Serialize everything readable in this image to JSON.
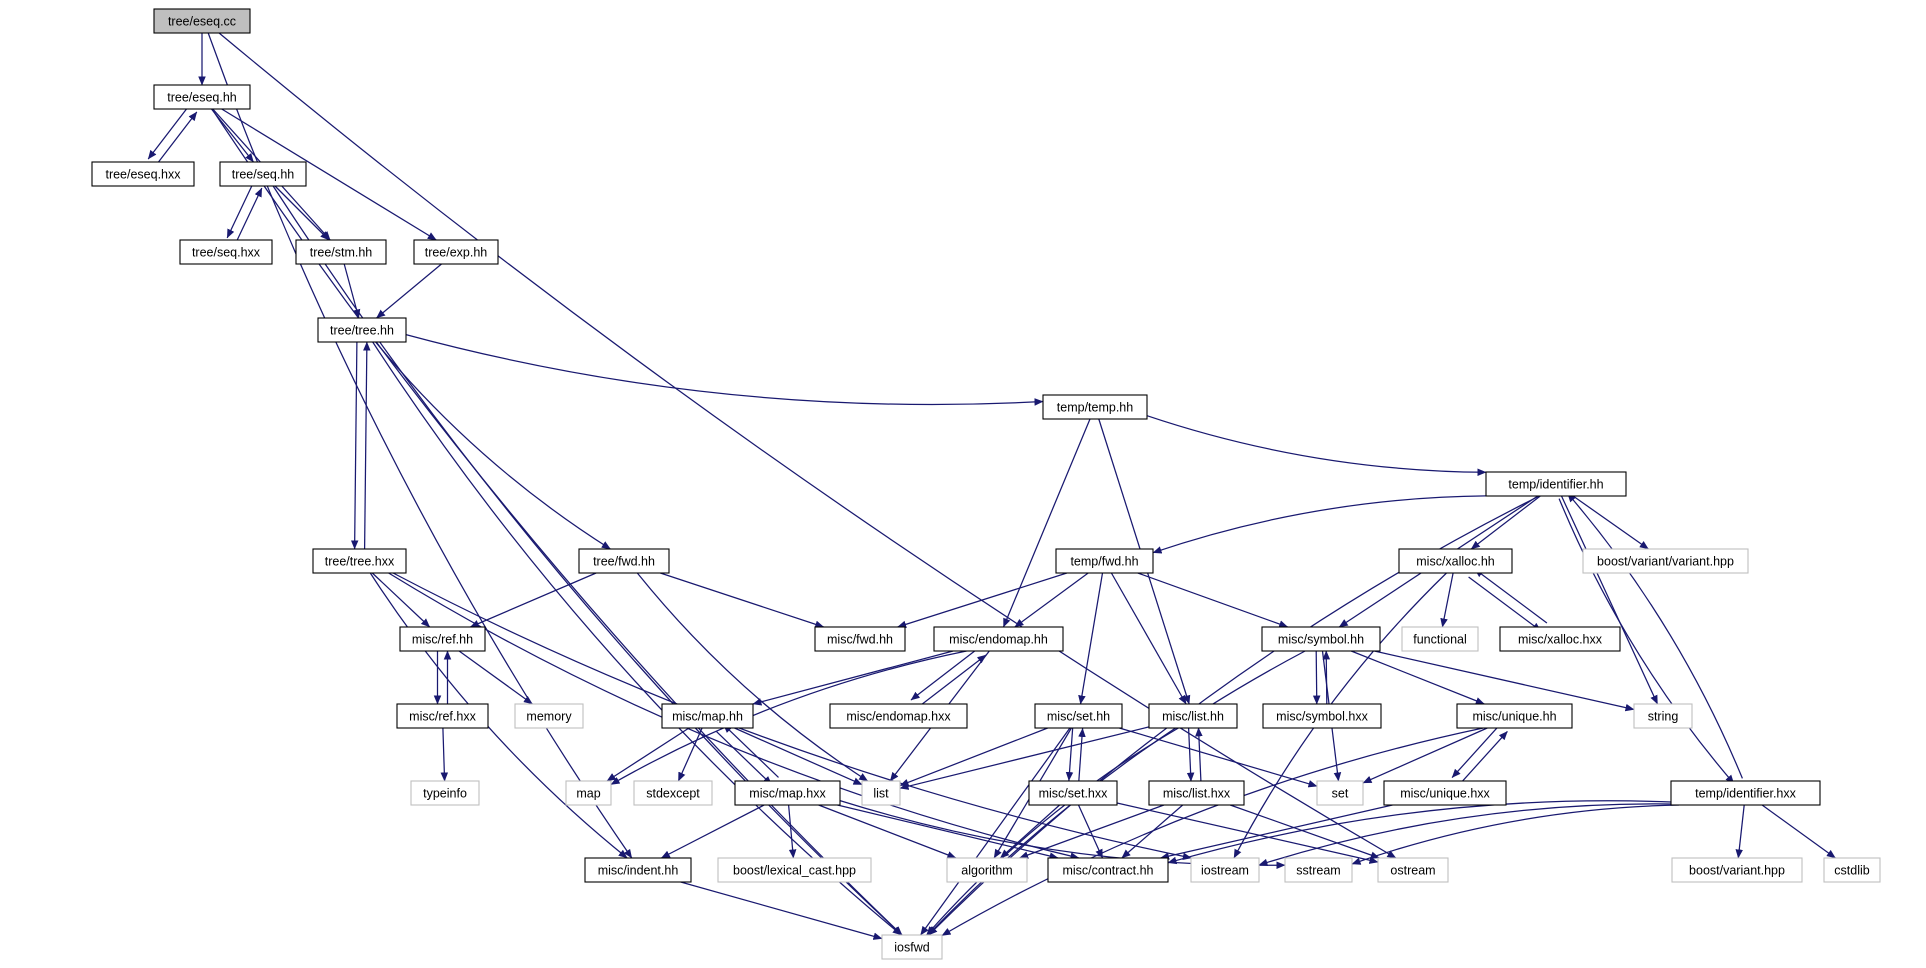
{
  "title": "tree/eseq.cc",
  "colors": {
    "edge": "#191970",
    "root_fill": "#bfbfbf",
    "local_border": "#000000",
    "system_border": "#bfbfbf"
  },
  "nodes": [
    {
      "id": "eseq_cc",
      "label": "tree/eseq.cc",
      "kind": "root"
    },
    {
      "id": "eseq_hh",
      "label": "tree/eseq.hh",
      "kind": "local"
    },
    {
      "id": "eseq_hxx",
      "label": "tree/eseq.hxx",
      "kind": "local"
    },
    {
      "id": "seq_hh",
      "label": "tree/seq.hh",
      "kind": "local"
    },
    {
      "id": "seq_hxx",
      "label": "tree/seq.hxx",
      "kind": "local"
    },
    {
      "id": "stm_hh",
      "label": "tree/stm.hh",
      "kind": "local"
    },
    {
      "id": "exp_hh",
      "label": "tree/exp.hh",
      "kind": "local"
    },
    {
      "id": "tree_hh",
      "label": "tree/tree.hh",
      "kind": "local"
    },
    {
      "id": "temp_hh",
      "label": "temp/temp.hh",
      "kind": "local"
    },
    {
      "id": "identifier_hh",
      "label": "temp/identifier.hh",
      "kind": "local"
    },
    {
      "id": "tree_hxx",
      "label": "tree/tree.hxx",
      "kind": "local"
    },
    {
      "id": "tree_fwd",
      "label": "tree/fwd.hh",
      "kind": "local"
    },
    {
      "id": "temp_fwd",
      "label": "temp/fwd.hh",
      "kind": "local"
    },
    {
      "id": "boost_variant_variant",
      "label": "boost/variant/variant.hpp",
      "kind": "system"
    },
    {
      "id": "xalloc_hh",
      "label": "misc/xalloc.hh",
      "kind": "local"
    },
    {
      "id": "ref_hh",
      "label": "misc/ref.hh",
      "kind": "local"
    },
    {
      "id": "misc_fwd",
      "label": "misc/fwd.hh",
      "kind": "local"
    },
    {
      "id": "endomap_hh",
      "label": "misc/endomap.hh",
      "kind": "local"
    },
    {
      "id": "symbol_hh",
      "label": "misc/symbol.hh",
      "kind": "local"
    },
    {
      "id": "functional",
      "label": "functional",
      "kind": "system"
    },
    {
      "id": "xalloc_hxx",
      "label": "misc/xalloc.hxx",
      "kind": "local"
    },
    {
      "id": "ref_hxx",
      "label": "misc/ref.hxx",
      "kind": "local"
    },
    {
      "id": "memory",
      "label": "memory",
      "kind": "system"
    },
    {
      "id": "map_hh",
      "label": "misc/map.hh",
      "kind": "local"
    },
    {
      "id": "endomap_hxx",
      "label": "misc/endomap.hxx",
      "kind": "local"
    },
    {
      "id": "set_hh",
      "label": "misc/set.hh",
      "kind": "local"
    },
    {
      "id": "list_hh",
      "label": "misc/list.hh",
      "kind": "local"
    },
    {
      "id": "symbol_hxx",
      "label": "misc/symbol.hxx",
      "kind": "local"
    },
    {
      "id": "unique_hh",
      "label": "misc/unique.hh",
      "kind": "local"
    },
    {
      "id": "string",
      "label": "string",
      "kind": "system"
    },
    {
      "id": "typeinfo",
      "label": "typeinfo",
      "kind": "system"
    },
    {
      "id": "map",
      "label": "map",
      "kind": "system"
    },
    {
      "id": "stdexcept",
      "label": "stdexcept",
      "kind": "system"
    },
    {
      "id": "map_hxx",
      "label": "misc/map.hxx",
      "kind": "local"
    },
    {
      "id": "list",
      "label": "list",
      "kind": "system"
    },
    {
      "id": "set_hxx",
      "label": "misc/set.hxx",
      "kind": "local"
    },
    {
      "id": "list_hxx",
      "label": "misc/list.hxx",
      "kind": "local"
    },
    {
      "id": "set",
      "label": "set",
      "kind": "system"
    },
    {
      "id": "unique_hxx",
      "label": "misc/unique.hxx",
      "kind": "local"
    },
    {
      "id": "identifier_hxx",
      "label": "temp/identifier.hxx",
      "kind": "local"
    },
    {
      "id": "indent_hh",
      "label": "misc/indent.hh",
      "kind": "local"
    },
    {
      "id": "boost_lexical_cast",
      "label": "boost/lexical_cast.hpp",
      "kind": "system"
    },
    {
      "id": "algorithm",
      "label": "algorithm",
      "kind": "system"
    },
    {
      "id": "contract_hh",
      "label": "misc/contract.hh",
      "kind": "local"
    },
    {
      "id": "iostream",
      "label": "iostream",
      "kind": "system"
    },
    {
      "id": "sstream",
      "label": "sstream",
      "kind": "system"
    },
    {
      "id": "ostream",
      "label": "ostream",
      "kind": "system"
    },
    {
      "id": "boost_variant",
      "label": "boost/variant.hpp",
      "kind": "system"
    },
    {
      "id": "cstdlib",
      "label": "cstdlib",
      "kind": "system"
    },
    {
      "id": "iosfwd",
      "label": "iosfwd",
      "kind": "system"
    }
  ],
  "edges": [
    [
      "eseq_cc",
      "eseq_hh"
    ],
    [
      "eseq_cc",
      "indent_hh"
    ],
    [
      "eseq_cc",
      "ostream"
    ],
    [
      "eseq_hh",
      "eseq_hxx"
    ],
    [
      "eseq_hxx",
      "eseq_hh"
    ],
    [
      "eseq_hh",
      "seq_hh"
    ],
    [
      "eseq_hh",
      "stm_hh"
    ],
    [
      "eseq_hh",
      "exp_hh"
    ],
    [
      "eseq_hh",
      "iosfwd"
    ],
    [
      "seq_hh",
      "seq_hxx"
    ],
    [
      "seq_hxx",
      "seq_hh"
    ],
    [
      "seq_hh",
      "stm_hh"
    ],
    [
      "seq_hh",
      "iosfwd"
    ],
    [
      "stm_hh",
      "tree_hh"
    ],
    [
      "exp_hh",
      "tree_hh"
    ],
    [
      "tree_hh",
      "temp_hh"
    ],
    [
      "tree_hh",
      "tree_hxx"
    ],
    [
      "tree_hxx",
      "tree_hh"
    ],
    [
      "tree_hh",
      "tree_fwd"
    ],
    [
      "tree_hh",
      "iosfwd"
    ],
    [
      "temp_hh",
      "identifier_hh"
    ],
    [
      "temp_hh",
      "endomap_hh"
    ],
    [
      "temp_hh",
      "list_hh"
    ],
    [
      "identifier_hh",
      "temp_fwd"
    ],
    [
      "identifier_hh",
      "boost_variant_variant"
    ],
    [
      "identifier_hh",
      "xalloc_hh"
    ],
    [
      "identifier_hh",
      "symbol_hh"
    ],
    [
      "identifier_hh",
      "string"
    ],
    [
      "identifier_hh",
      "identifier_hxx"
    ],
    [
      "identifier_hxx",
      "identifier_hh"
    ],
    [
      "identifier_hh",
      "iosfwd"
    ],
    [
      "tree_hxx",
      "ref_hh"
    ],
    [
      "tree_hxx",
      "indent_hh"
    ],
    [
      "tree_hxx",
      "contract_hh"
    ],
    [
      "tree_hxx",
      "iostream"
    ],
    [
      "tree_fwd",
      "ref_hh"
    ],
    [
      "tree_fwd",
      "misc_fwd"
    ],
    [
      "tree_fwd",
      "list"
    ],
    [
      "temp_fwd",
      "misc_fwd"
    ],
    [
      "temp_fwd",
      "endomap_hh"
    ],
    [
      "temp_fwd",
      "set_hh"
    ],
    [
      "temp_fwd",
      "list_hh"
    ],
    [
      "temp_fwd",
      "symbol_hh"
    ],
    [
      "xalloc_hh",
      "functional"
    ],
    [
      "xalloc_hh",
      "xalloc_hxx"
    ],
    [
      "xalloc_hxx",
      "xalloc_hh"
    ],
    [
      "xalloc_hh",
      "iostream"
    ],
    [
      "ref_hh",
      "ref_hxx"
    ],
    [
      "ref_hxx",
      "ref_hh"
    ],
    [
      "ref_hh",
      "memory"
    ],
    [
      "ref_hxx",
      "typeinfo"
    ],
    [
      "endomap_hh",
      "map_hh"
    ],
    [
      "endomap_hh",
      "endomap_hxx"
    ],
    [
      "endomap_hxx",
      "endomap_hh"
    ],
    [
      "endomap_hh",
      "map"
    ],
    [
      "endomap_hh",
      "list"
    ],
    [
      "symbol_hh",
      "symbol_hxx"
    ],
    [
      "symbol_hxx",
      "symbol_hh"
    ],
    [
      "symbol_hh",
      "unique_hh"
    ],
    [
      "symbol_hh",
      "string"
    ],
    [
      "symbol_hh",
      "set"
    ],
    [
      "symbol_hh",
      "iosfwd"
    ],
    [
      "map_hh",
      "map"
    ],
    [
      "map_hh",
      "stdexcept"
    ],
    [
      "map_hh",
      "map_hxx"
    ],
    [
      "map_hxx",
      "map_hh"
    ],
    [
      "map_hh",
      "list"
    ],
    [
      "map_hxx",
      "indent_hh"
    ],
    [
      "map_hxx",
      "boost_lexical_cast"
    ],
    [
      "map_hxx",
      "contract_hh"
    ],
    [
      "map_hxx",
      "sstream"
    ],
    [
      "map_hxx",
      "algorithm"
    ],
    [
      "set_hh",
      "set_hxx"
    ],
    [
      "set_hxx",
      "set_hh"
    ],
    [
      "set_hh",
      "list"
    ],
    [
      "set_hh",
      "set"
    ],
    [
      "set_hh",
      "algorithm"
    ],
    [
      "set_hh",
      "iosfwd"
    ],
    [
      "set_hxx",
      "algorithm"
    ],
    [
      "set_hxx",
      "contract_hh"
    ],
    [
      "set_hxx",
      "ostream"
    ],
    [
      "list_hh",
      "list_hxx"
    ],
    [
      "list_hxx",
      "list_hh"
    ],
    [
      "list_hh",
      "list"
    ],
    [
      "list_hh",
      "iosfwd"
    ],
    [
      "list_hxx",
      "algorithm"
    ],
    [
      "list_hxx",
      "contract_hh"
    ],
    [
      "list_hxx",
      "ostream"
    ],
    [
      "unique_hh",
      "unique_hxx"
    ],
    [
      "unique_hxx",
      "unique_hh"
    ],
    [
      "unique_hh",
      "set"
    ],
    [
      "unique_hh",
      "iosfwd"
    ],
    [
      "unique_hxx",
      "contract_hh"
    ],
    [
      "identifier_hxx",
      "boost_variant"
    ],
    [
      "identifier_hxx",
      "cstdlib"
    ],
    [
      "identifier_hxx",
      "contract_hh"
    ],
    [
      "identifier_hxx",
      "iostream"
    ],
    [
      "identifier_hxx",
      "sstream"
    ],
    [
      "indent_hh",
      "iosfwd"
    ]
  ]
}
